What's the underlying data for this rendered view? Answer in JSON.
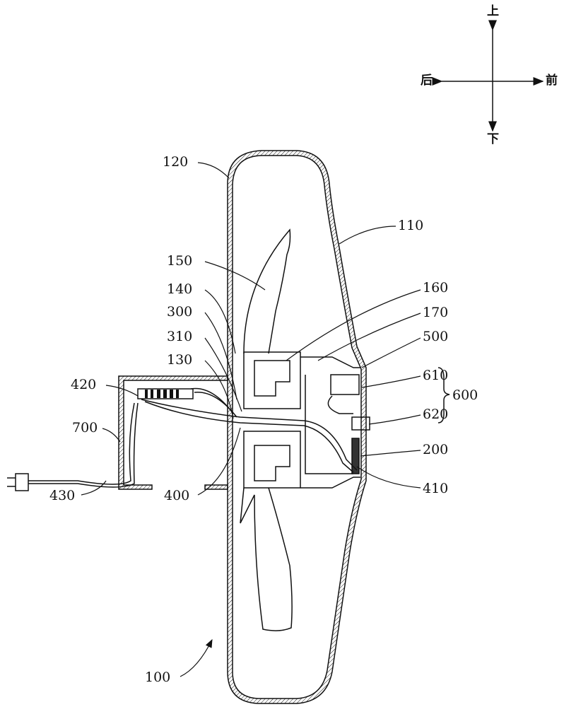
{
  "directions": {
    "up": "上",
    "down": "下",
    "back": "后",
    "front": "前"
  },
  "labels": {
    "l100": "100",
    "l110": "110",
    "l120": "120",
    "l130": "130",
    "l140": "140",
    "l150": "150",
    "l160": "160",
    "l170": "170",
    "l200": "200",
    "l300": "300",
    "l310": "310",
    "l400": "400",
    "l410": "410",
    "l420": "420",
    "l430": "430",
    "l500": "500",
    "l600": "600",
    "l610": "610",
    "l620": "620",
    "l700": "700"
  }
}
